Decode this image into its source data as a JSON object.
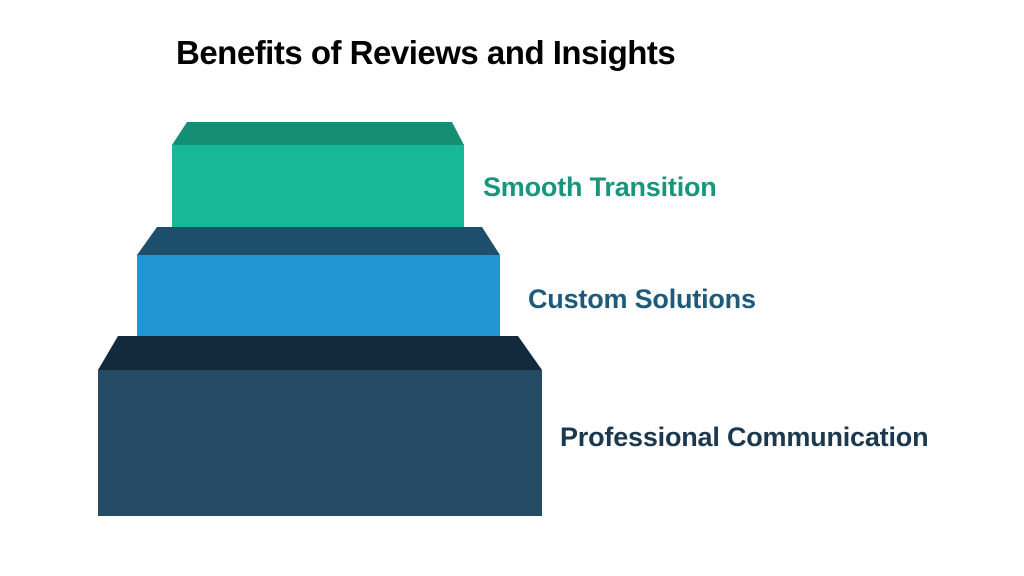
{
  "page": {
    "background_color": "#ffffff"
  },
  "title": {
    "text": "Benefits of Reviews and Insights",
    "color": "#000000"
  },
  "diagram": {
    "type": "stacked-steps",
    "description": "Three-tier 3D step stack, widest at bottom, each tier labeled to its right",
    "tiers": [
      {
        "label": "Smooth Transition",
        "front_color": "#17b897",
        "top_color": "#158f73",
        "label_color": "#16967b"
      },
      {
        "label": "Custom Solutions",
        "front_color": "#2196d3",
        "top_color": "#1d4f6c",
        "label_color": "#1e5a7c"
      },
      {
        "label": "Professional Communication",
        "front_color": "#254a63",
        "top_color": "#122a3c",
        "label_color": "#1b384f"
      }
    ]
  }
}
